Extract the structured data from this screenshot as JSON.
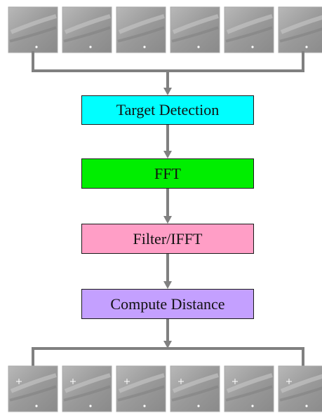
{
  "boxes": [
    {
      "label": "Target Detection",
      "color": "#00ffff"
    },
    {
      "label": "FFT",
      "color": "#00ee00"
    },
    {
      "label": "Filter/IFFT",
      "color": "#ff9ec6"
    },
    {
      "label": "Compute Distance",
      "color": "#c4a0ff"
    }
  ],
  "colors": {
    "connector": "#808080",
    "frame_border": "#aaaaaa"
  },
  "input_frames": {
    "count": 6,
    "description_icon": "grayscale-frame"
  },
  "output_frames": {
    "count": 6,
    "marker": "crosshair"
  }
}
